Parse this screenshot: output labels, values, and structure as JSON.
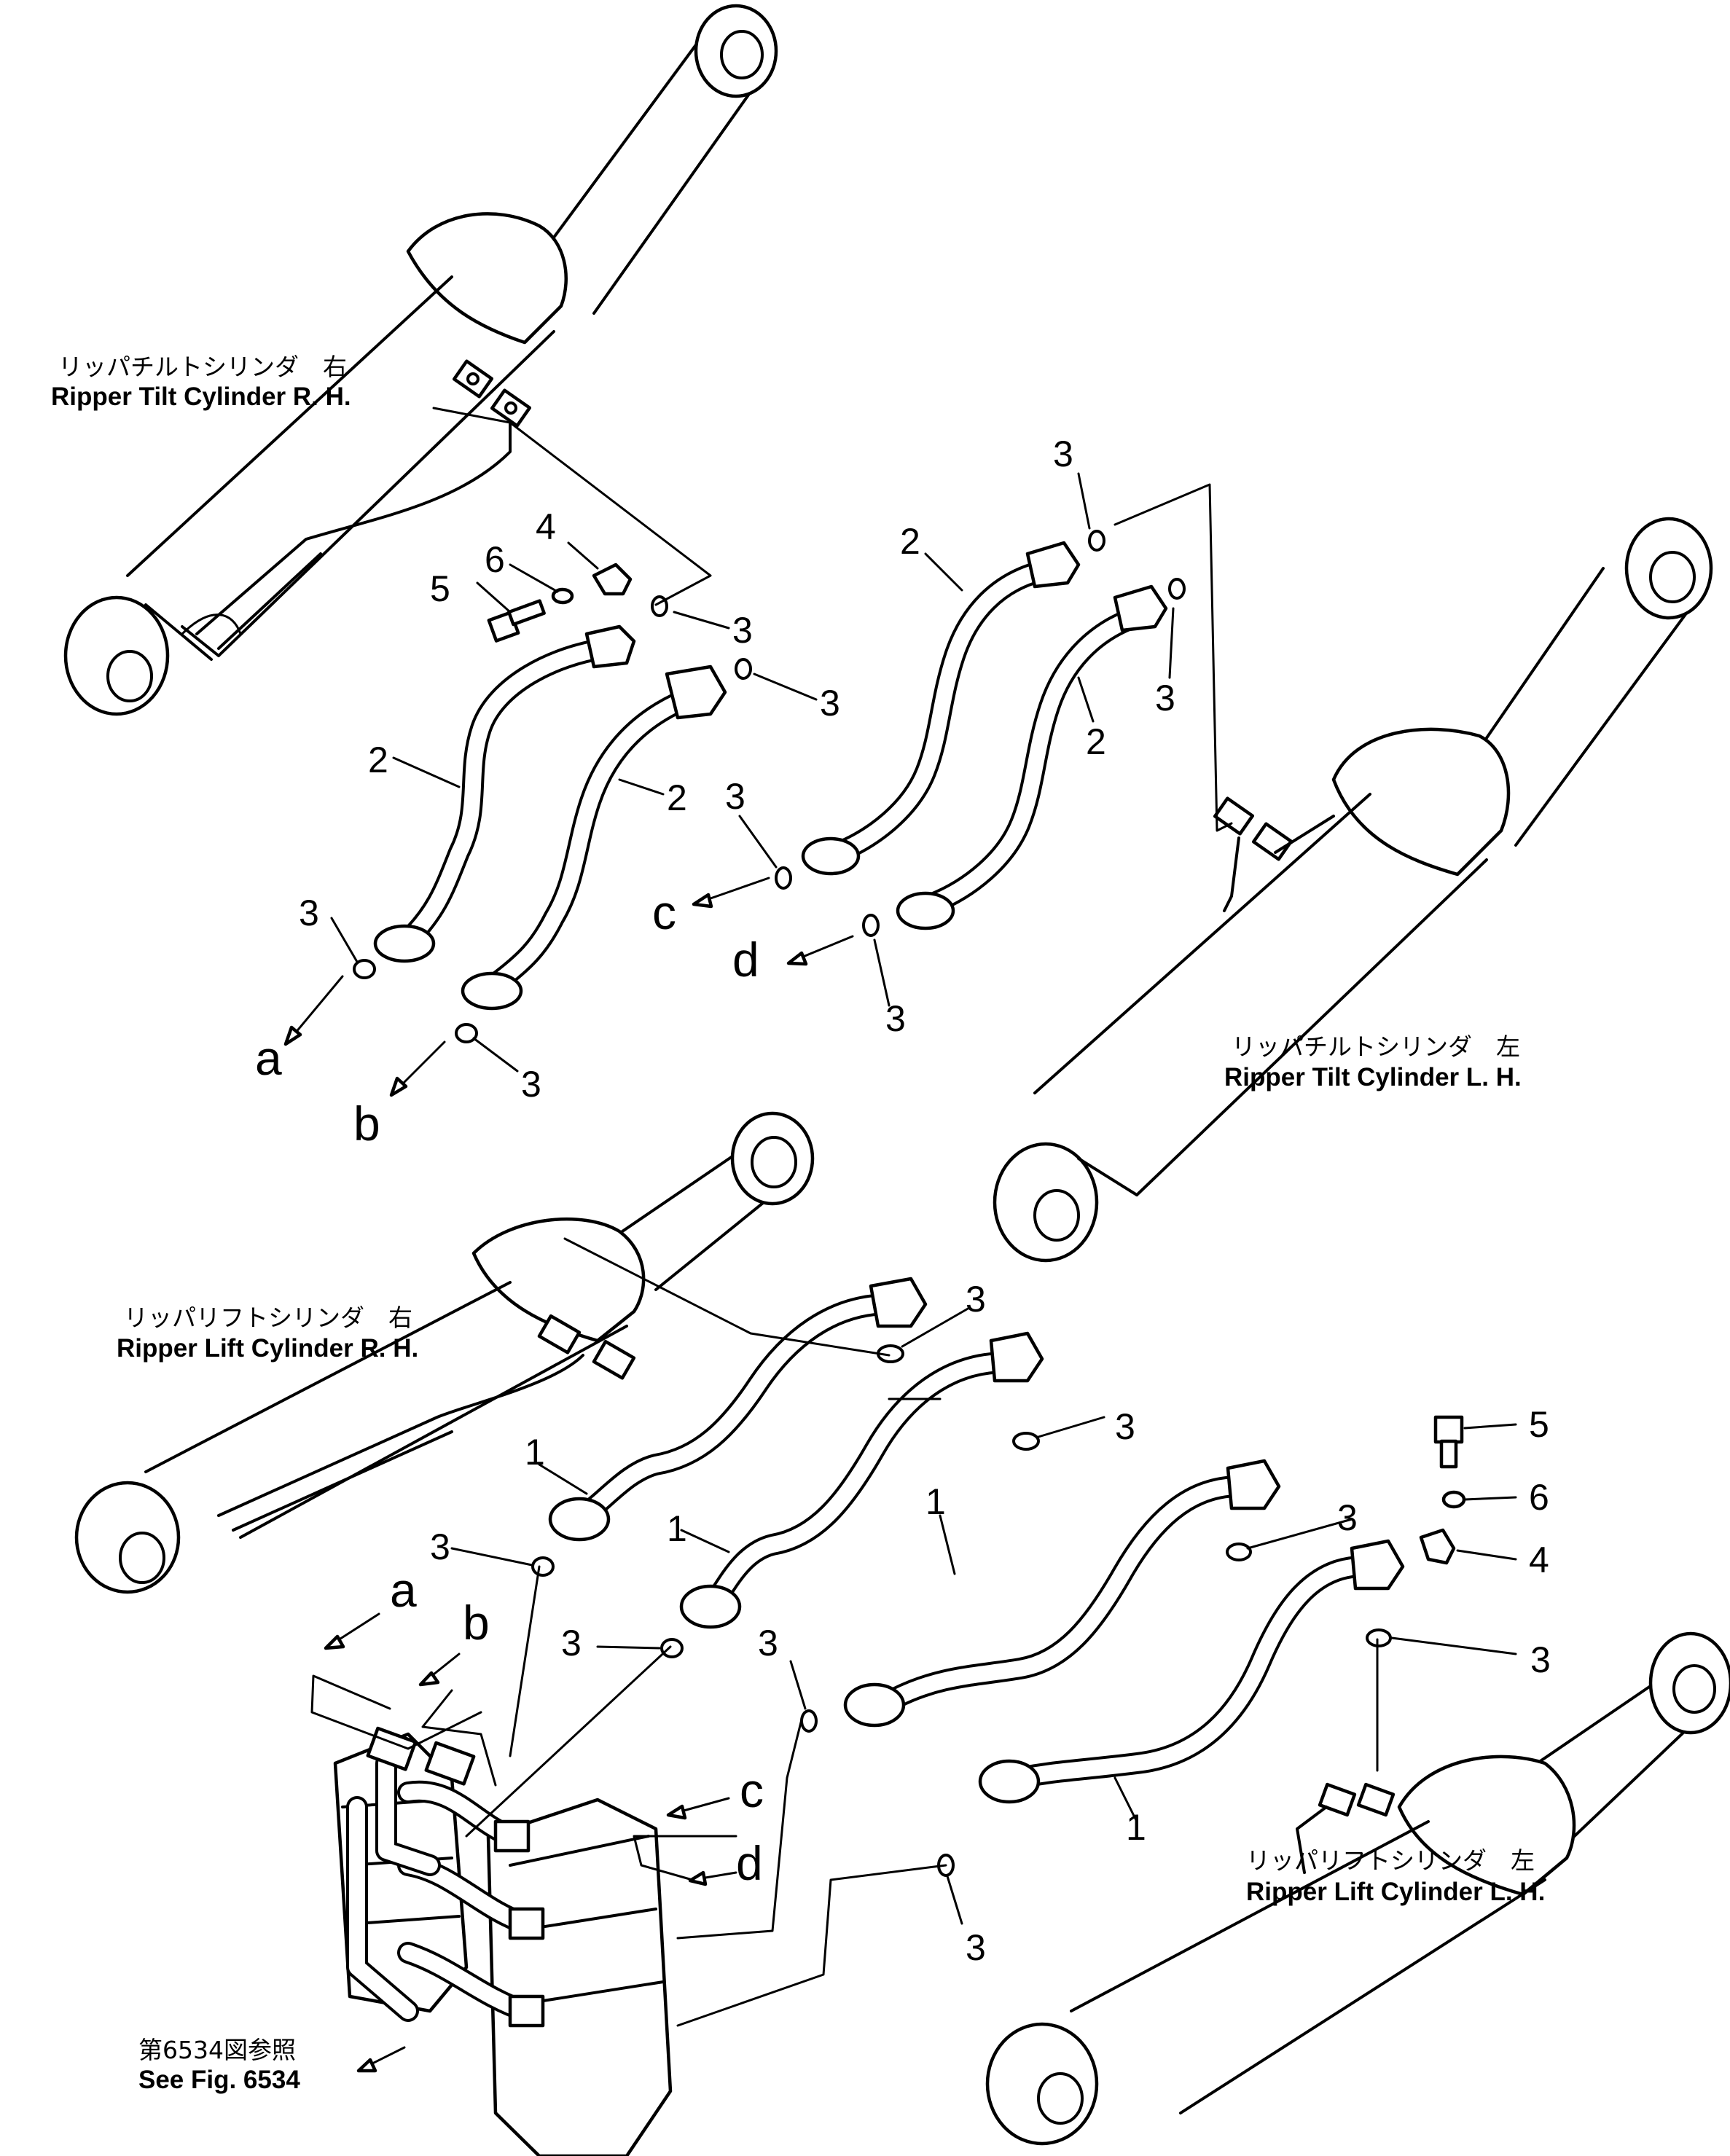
{
  "captions": {
    "tilt_rh_jp": "リッパチルトシリンダ　右",
    "tilt_rh_en": "Ripper  Tilt  Cylinder  R. H.",
    "tilt_lh_jp": "リッパチルトシリンダ　左",
    "tilt_lh_en": "Ripper  Tilt  Cylinder  L. H.",
    "lift_rh_jp": "リッパリフトシリンダ　右",
    "lift_rh_en": "Ripper  Lift  Cylinder  R. H.",
    "lift_lh_jp": "リッパリフトシリンダ　左",
    "lift_lh_en": "Ripper  Lift  Cylinder  L. H.",
    "see_fig_jp": "第6534図参照",
    "see_fig_en": "See  Fig.  6534"
  },
  "callouts": {
    "p1": "1",
    "p2": "2",
    "p3": "3",
    "p4": "4",
    "p5": "5",
    "p6": "6"
  },
  "connection_letters": {
    "a": "a",
    "b": "b",
    "c": "c",
    "d": "d"
  }
}
